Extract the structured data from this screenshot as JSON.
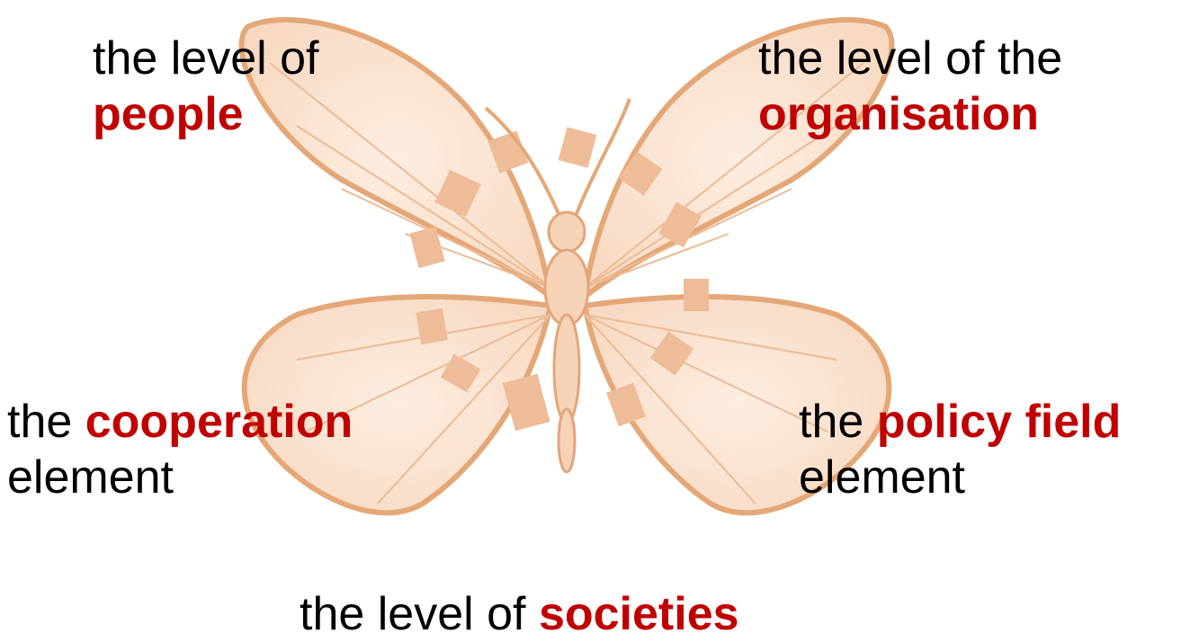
{
  "colors": {
    "emphasis": "#c00000",
    "text": "#000000",
    "wing_fill": "#fbe6d6",
    "wing_vein": "#e0a070",
    "spot": "#eebc98"
  },
  "illustration": {
    "icon": "butterfly-icon"
  },
  "labels": {
    "people": {
      "pre": "the level of",
      "emph": "people"
    },
    "organisation": {
      "pre": "the level of the",
      "emph": "organisation"
    },
    "cooperation": {
      "pre": "the ",
      "emph": "cooperation",
      "post": "element"
    },
    "policy": {
      "pre": "the ",
      "emph": "policy field",
      "post": "element"
    },
    "societies": {
      "pre": "the level of ",
      "emph": "societies"
    }
  }
}
